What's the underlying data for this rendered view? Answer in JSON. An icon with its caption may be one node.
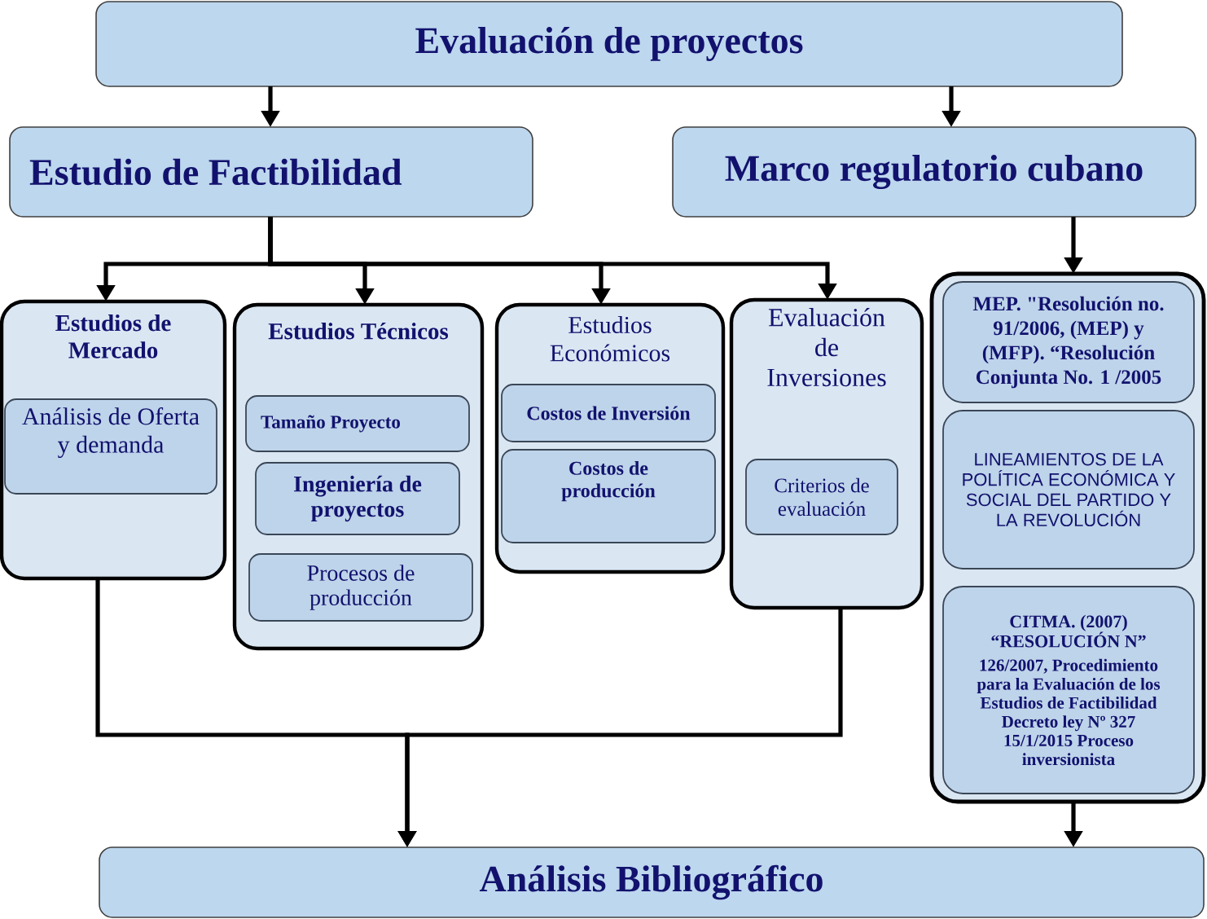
{
  "diagram": {
    "nodes": [
      {
        "text": [
          "Evaluación de proyectos"
        ]
      },
      {
        "text": [
          "Estudio de Factibilidad"
        ]
      },
      {
        "text": [
          "Marco regulatorio cubano"
        ]
      },
      {
        "text": [
          "Estudios de Mercado"
        ]
      },
      {
        "text": [
          "Análisis de Oferta y demanda"
        ],
        "in": 3
      },
      {
        "text": [
          "Estudios Técnicos"
        ]
      },
      {
        "text": [
          "Tamaño Proyecto"
        ],
        "in": 5
      },
      {
        "text": [
          "Ingeniería de proyectos"
        ],
        "in": 5
      },
      {
        "text": [
          "Procesos de producción"
        ],
        "in": 5
      },
      {
        "text": [
          "Estudios Económicos"
        ]
      },
      {
        "text": [
          "Costos de Inversión"
        ],
        "in": 9
      },
      {
        "text": [
          "Costos de producción"
        ],
        "in": 9
      },
      {
        "text": [
          "Evaluación de Inversiones"
        ]
      },
      {
        "text": [
          "Criterios de evaluación"
        ],
        "in": 12
      },
      {
        "text": [],
        "shape": "box"
      },
      {
        "text": [
          "MEP. \"Resolución no. 91/2006, (MEP) y (MFP). “Resolución Conjunta No. 1 /2005"
        ],
        "in": 14
      },
      {
        "text": [
          "LINEAMIENTOS DE LA POLÍTICA ECONÓMICA Y SOCIAL DEL PARTIDO Y LA REVOLUCIÓN"
        ],
        "in": 14
      },
      {
        "text": [
          "CITMA. (2007) “RESOLUCIÓN N”",
          "126/2007, Procedimiento para la Evaluación de los Estudios de Factibilidad Decreto ley Nº 327 15/1/2015 Proceso inversionista"
        ],
        "in": 14
      },
      {
        "text": [
          "Análisis Bibliográfico"
        ]
      }
    ],
    "edges": [
      {
        "from": 0,
        "to": 1,
        "arrow": "to"
      },
      {
        "from": 0,
        "to": 2,
        "arrow": "to"
      },
      {
        "from": 1,
        "to": 3,
        "arrow": "to"
      },
      {
        "from": 1,
        "to": 5,
        "arrow": "to"
      },
      {
        "from": 1,
        "to": 9,
        "arrow": "to"
      },
      {
        "from": 1,
        "to": 12,
        "arrow": "to"
      },
      {
        "from": 2,
        "to": 14,
        "arrow": "to"
      },
      {
        "from": 3,
        "to": 18,
        "arrow": "to"
      },
      {
        "from": 12,
        "to": 18,
        "arrow": "to"
      },
      {
        "from": 14,
        "to": 18,
        "arrow": "to"
      }
    ]
  }
}
